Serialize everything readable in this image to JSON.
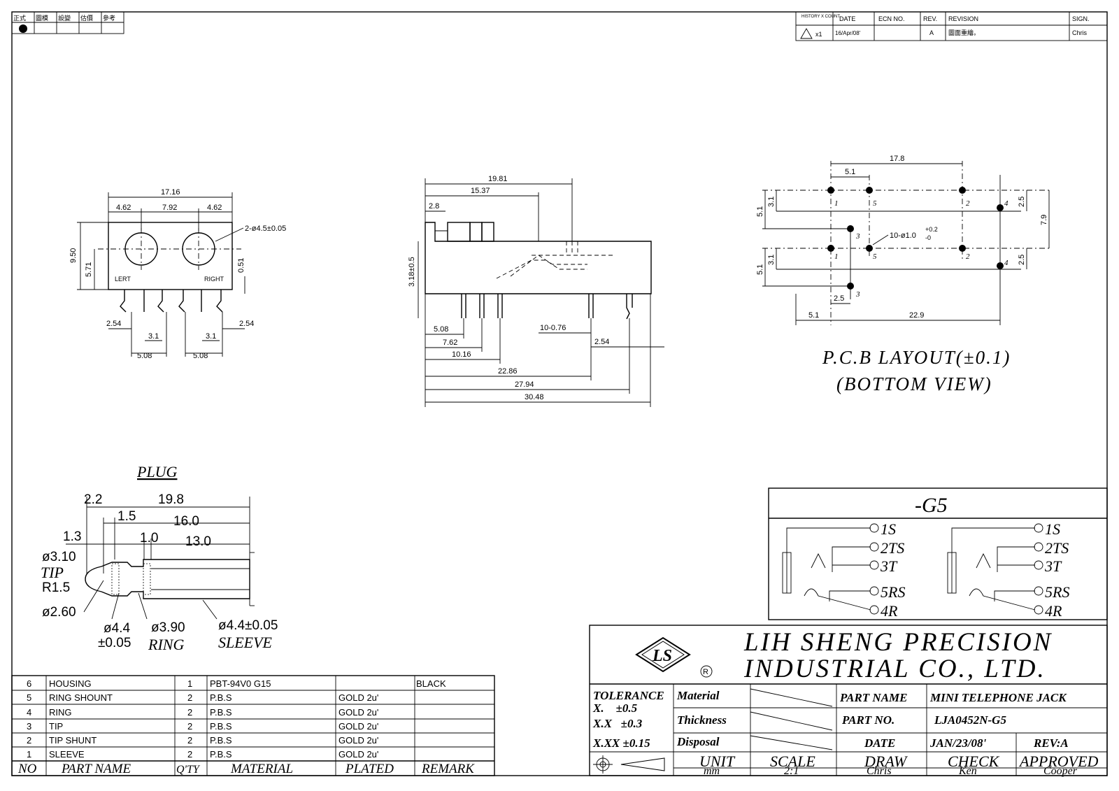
{
  "top_left_box": {
    "labels": [
      "正式",
      "圖模",
      "設變",
      "估價",
      "參考"
    ]
  },
  "revision_table": {
    "headers": {
      "history": "HISTORY X COUNT",
      "date": "DATE",
      "ecn": "ECN NO.",
      "rev": "REV.",
      "revision": "REVISION",
      "sign": "SIGN."
    },
    "row": {
      "count": "x1",
      "date": "16/Apr/08'",
      "ecn": "",
      "rev": "A",
      "revision": "圖面重繪。",
      "sign": "Chris"
    }
  },
  "front_view": {
    "dims": {
      "overall": "17.16",
      "left": "4.62",
      "mid": "7.92",
      "right": "4.62",
      "holes": "2-ø4.5±0.05",
      "height": "9.50",
      "center": "5.71",
      "offset": "0.51",
      "l_edge": "2.54",
      "l_pitch": "3.1",
      "l_span": "5.08",
      "r_pitch": "3.1",
      "r_span": "5.08",
      "r_edge": "2.54"
    },
    "labels": {
      "left": "LERT",
      "right": "RIGHT"
    }
  },
  "side_view": {
    "dims": {
      "d1": "19.81",
      "d2": "15.37",
      "d3": "2.8",
      "d4": "3.18±0.5",
      "d5": "5.08",
      "d6": "7.62",
      "d7": "10.16",
      "d8": "22.86",
      "d9": "27.94",
      "d10": "30.48",
      "d11": "10-0.76",
      "d12": "2.54"
    }
  },
  "pcb_layout": {
    "dims": {
      "w": "17.8",
      "p": "5.1",
      "h1": "5.1",
      "h1b": "3.1",
      "h2": "5.1",
      "h2b": "3.1",
      "r1": "2.5",
      "r2": "7.9",
      "r3": "2.5",
      "b1": "2.5",
      "b2": "5.1",
      "b3": "22.9",
      "holes": "10-ø1.0",
      "tol_up": "+0.2",
      "tol_dn": "-0"
    },
    "pins": [
      "1",
      "5",
      "2",
      "4",
      "3",
      "1",
      "5",
      "2",
      "4",
      "3"
    ],
    "title": "P.C.B LAYOUT(±0.1)",
    "subtitle": "(BOTTOM VIEW)"
  },
  "plug": {
    "title": "PLUG",
    "dims": {
      "a": "2.2",
      "b": "19.8",
      "c": "1.5",
      "d": "16.0",
      "e": "1.3",
      "f": "1.0",
      "g": "13.0",
      "h": "ø3.10",
      "r": "R1.5",
      "i": "ø2.60",
      "j": "ø4.4",
      "j2": "±0.05",
      "k": "ø3.90",
      "l": "ø4.4±0.05"
    },
    "labels": {
      "tip": "TIP",
      "ring": "RING",
      "sleeve": "SLEEVE"
    }
  },
  "schematic": {
    "title": "-G5",
    "pins": [
      "1S",
      "2TS",
      "3T",
      "5RS",
      "4R"
    ]
  },
  "bom": {
    "headers": [
      "NO",
      "PART NAME",
      "Q'TY",
      "MATERIAL",
      "PLATED",
      "REMARK"
    ],
    "rows": [
      [
        "6",
        "HOUSING",
        "1",
        "PBT-94V0 G15",
        "",
        "BLACK"
      ],
      [
        "5",
        "RING SHOUNT",
        "2",
        "P.B.S",
        "GOLD 2u'",
        ""
      ],
      [
        "4",
        "RING",
        "2",
        "P.B.S",
        "GOLD 2u'",
        ""
      ],
      [
        "3",
        "TIP",
        "2",
        "P.B.S",
        "GOLD 2u'",
        ""
      ],
      [
        "2",
        "TIP SHUNT",
        "2",
        "P.B.S",
        "GOLD 2u'",
        ""
      ],
      [
        "1",
        "SLEEVE",
        "2",
        "P.B.S",
        "GOLD 2u'",
        ""
      ]
    ]
  },
  "title_block": {
    "company_line1": "LIH SHENG PRECISION",
    "company_line2": "INDUSTRIAL CO., LTD.",
    "logo": "LS",
    "tolerance_label": "TOLERANCE",
    "tol_x": "X.    ±0.5",
    "tol_xx": "X.X   ±0.3",
    "tol_xxx": "X.XX ±0.15",
    "material": "Material",
    "thickness": "Thickness",
    "disposal": "Disposal",
    "part_name_label": "PART NAME",
    "part_name": "MINI TELEPHONE JACK",
    "part_no_label": "PART NO.",
    "part_no": "LJA0452N-G5",
    "date_label": "DATE",
    "date": "JAN/23/08'",
    "rev": "REV:A",
    "unit_label": "UNIT",
    "unit": "mm",
    "scale_label": "SCALE",
    "scale": "2:1",
    "draw_label": "DRAW",
    "draw": "Chris",
    "check_label": "CHECK",
    "check": "Ken",
    "approved_label": "APPROVED",
    "approved": "Cooper"
  }
}
